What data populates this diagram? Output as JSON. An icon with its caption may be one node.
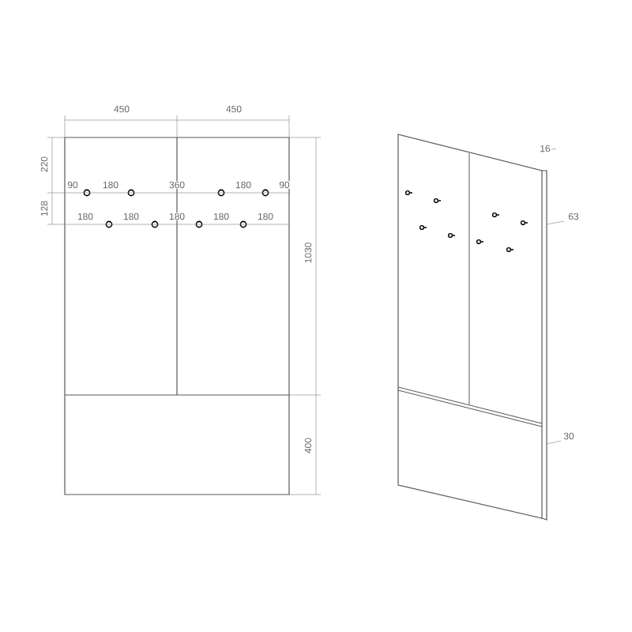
{
  "diagram": {
    "labels": [
      "450",
      "450",
      "220",
      "90",
      "180",
      "360",
      "180",
      "90",
      "128",
      "180",
      "180",
      "180",
      "180",
      "180",
      "1030",
      "400",
      "16",
      "63",
      "30"
    ]
  }
}
